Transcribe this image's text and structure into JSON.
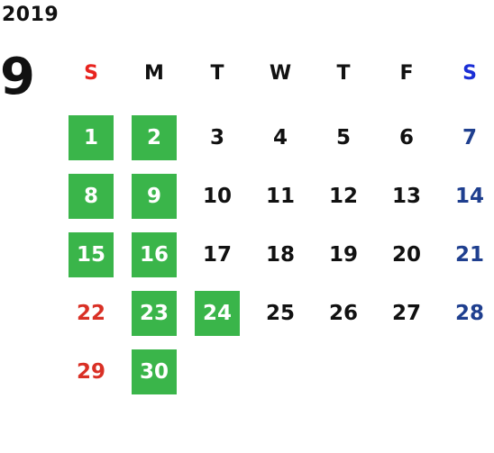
{
  "year": "2019",
  "month": "9",
  "weekdays": [
    "S",
    "M",
    "T",
    "W",
    "T",
    "F",
    "S"
  ],
  "colors": {
    "sunday_header": "#e8231e",
    "saturday_header": "#1a2ed6",
    "sunday_date": "#d93025",
    "saturday_date": "#1f3f8f",
    "highlight": "#3ab54a"
  },
  "weeks": [
    [
      {
        "day": "1",
        "highlight": true
      },
      {
        "day": "2",
        "highlight": true
      },
      {
        "day": "3",
        "highlight": false
      },
      {
        "day": "4",
        "highlight": false
      },
      {
        "day": "5",
        "highlight": false
      },
      {
        "day": "6",
        "highlight": false
      },
      {
        "day": "7",
        "highlight": false
      }
    ],
    [
      {
        "day": "8",
        "highlight": true
      },
      {
        "day": "9",
        "highlight": true
      },
      {
        "day": "10",
        "highlight": false
      },
      {
        "day": "11",
        "highlight": false
      },
      {
        "day": "12",
        "highlight": false
      },
      {
        "day": "13",
        "highlight": false
      },
      {
        "day": "14",
        "highlight": false
      }
    ],
    [
      {
        "day": "15",
        "highlight": true
      },
      {
        "day": "16",
        "highlight": true
      },
      {
        "day": "17",
        "highlight": false
      },
      {
        "day": "18",
        "highlight": false
      },
      {
        "day": "19",
        "highlight": false
      },
      {
        "day": "20",
        "highlight": false
      },
      {
        "day": "21",
        "highlight": false
      }
    ],
    [
      {
        "day": "22",
        "highlight": false
      },
      {
        "day": "23",
        "highlight": true
      },
      {
        "day": "24",
        "highlight": true
      },
      {
        "day": "25",
        "highlight": false
      },
      {
        "day": "26",
        "highlight": false
      },
      {
        "day": "27",
        "highlight": false
      },
      {
        "day": "28",
        "highlight": false
      }
    ],
    [
      {
        "day": "29",
        "highlight": false
      },
      {
        "day": "30",
        "highlight": true
      }
    ]
  ]
}
